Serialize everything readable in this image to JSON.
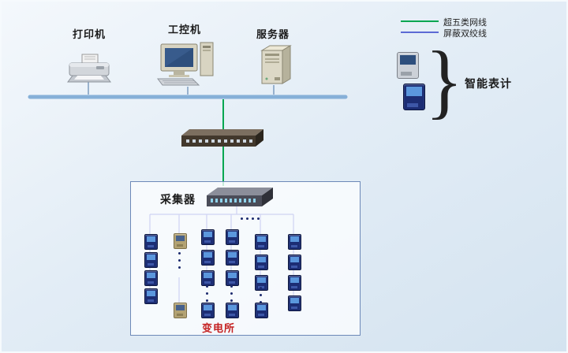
{
  "legend": {
    "items": [
      {
        "label": "超五类网线",
        "color": "#00a651"
      },
      {
        "label": "屏蔽双绞线",
        "color": "#2e3ec8"
      }
    ]
  },
  "devices": {
    "printer": "打印机",
    "industrial_pc": "工控机",
    "server": "服务器",
    "collector": "采集器",
    "smart_meters": "智能表计",
    "substation": "变电所"
  },
  "glyphs": {
    "brace": "}"
  },
  "colors": {
    "background_top": "#f4f8fc",
    "background_bottom": "#d4e3f0",
    "ethernet_bus": "#86b0d8",
    "cat5_green": "#00a651",
    "twisted_pair_blue": "#2e3ec8",
    "box_border": "#6d89b8",
    "substation_text": "#c42020"
  }
}
